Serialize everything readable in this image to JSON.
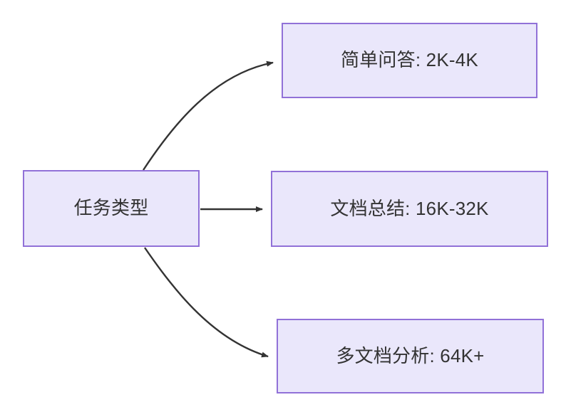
{
  "diagram": {
    "type": "flowchart",
    "direction": "left-to-right",
    "background_color": "#ffffff",
    "node_fill_color": "#eae7fb",
    "node_border_color": "#9171d8",
    "node_text_color": "#333333",
    "edge_color": "#333333",
    "root": {
      "id": "task-type",
      "label": "任务类型"
    },
    "nodes": [
      {
        "id": "simple-qa",
        "label": "简单问答: 2K-4K"
      },
      {
        "id": "doc-sum",
        "label": "文档总结: 16K-32K"
      },
      {
        "id": "multi-doc",
        "label": "多文档分析: 64K+"
      }
    ],
    "edges": [
      {
        "from": "task-type",
        "to": "simple-qa",
        "style": "curved",
        "arrowhead": "filled-triangle",
        "label": ""
      },
      {
        "from": "task-type",
        "to": "doc-sum",
        "style": "straight",
        "arrowhead": "filled-triangle",
        "label": ""
      },
      {
        "from": "task-type",
        "to": "multi-doc",
        "style": "curved",
        "arrowhead": "filled-triangle",
        "label": ""
      }
    ]
  }
}
